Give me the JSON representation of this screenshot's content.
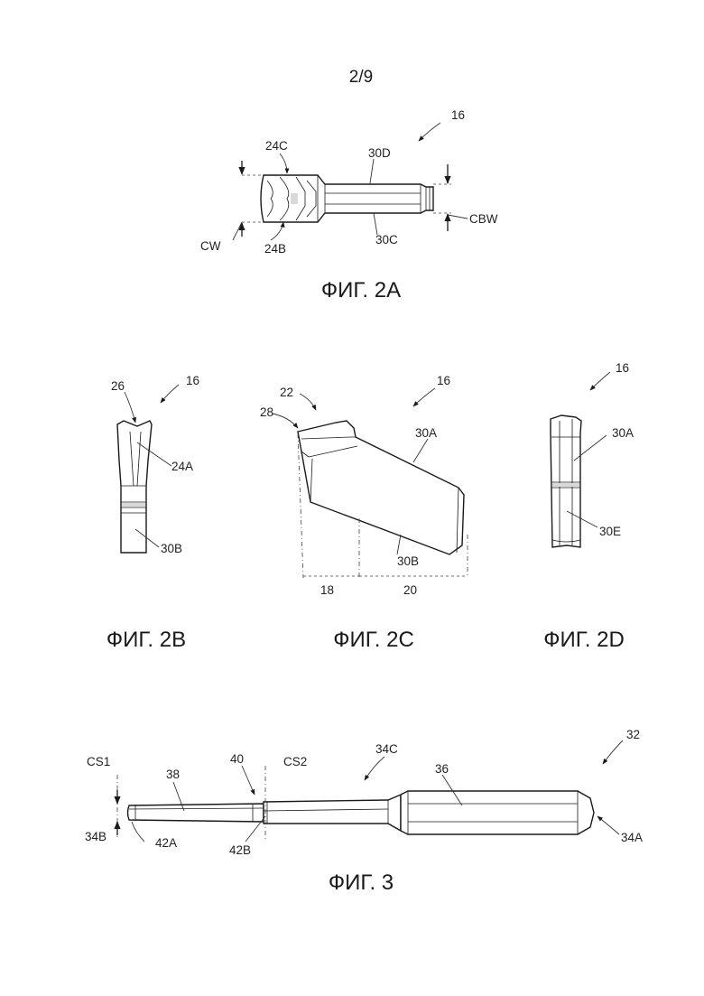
{
  "page": {
    "number": "2/9"
  },
  "fig2a": {
    "caption": "ФИГ. 2А",
    "labels": {
      "ref16": "16",
      "l24c": "24C",
      "l30d": "30D",
      "l24b": "24B",
      "l30c": "30C",
      "cw": "CW",
      "cbw": "CBW"
    }
  },
  "fig2b": {
    "caption": "ФИГ. 2В",
    "labels": {
      "ref26": "26",
      "ref16": "16",
      "l24a": "24A",
      "l30b": "30B"
    }
  },
  "fig2c": {
    "caption": "ФИГ. 2С",
    "labels": {
      "ref22": "22",
      "ref16": "16",
      "ref28": "28",
      "l30a": "30A",
      "l30b": "30B",
      "l18": "18",
      "l20": "20"
    }
  },
  "fig2d": {
    "caption": "ФИГ. 2D",
    "labels": {
      "ref16": "16",
      "l30a": "30A",
      "l30e": "30E"
    }
  },
  "fig3": {
    "caption": "ФИГ. 3",
    "labels": {
      "ref32": "32",
      "cs1": "CS1",
      "l38": "38",
      "l40": "40",
      "cs2": "CS2",
      "l34c": "34C",
      "l36": "36",
      "l34b": "34B",
      "l42a": "42A",
      "l42b": "42B",
      "l34a": "34A"
    }
  }
}
